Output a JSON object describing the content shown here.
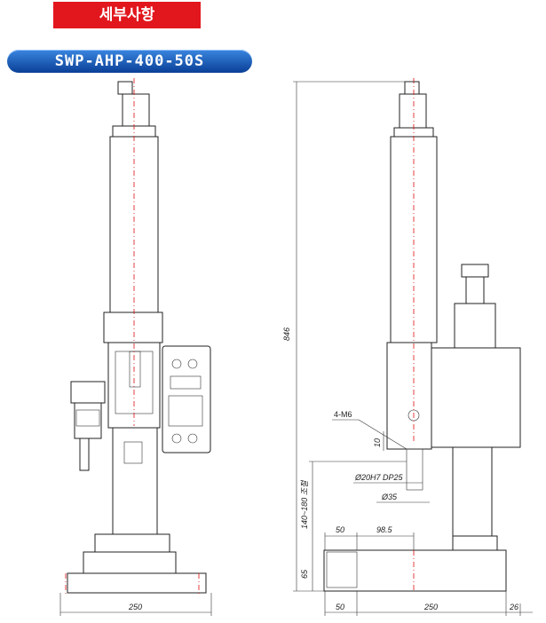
{
  "header": {
    "section_title": "세부사항"
  },
  "model": {
    "name": "SWP-AHP-400-50S"
  },
  "dimensions": {
    "front_base_width": "250",
    "side_total_height": "846",
    "side_stroke_range": "140~180 조절",
    "side_base_height": "65",
    "side_offset_a": "50",
    "side_offset_b": "98.5",
    "side_bottom_a": "50",
    "side_bottom_b": "250",
    "side_bottom_c": "26",
    "tap_label": "4-M6",
    "tap_depth": "10",
    "bore": "Ø20H7 DP25",
    "shaft": "Ø35"
  }
}
